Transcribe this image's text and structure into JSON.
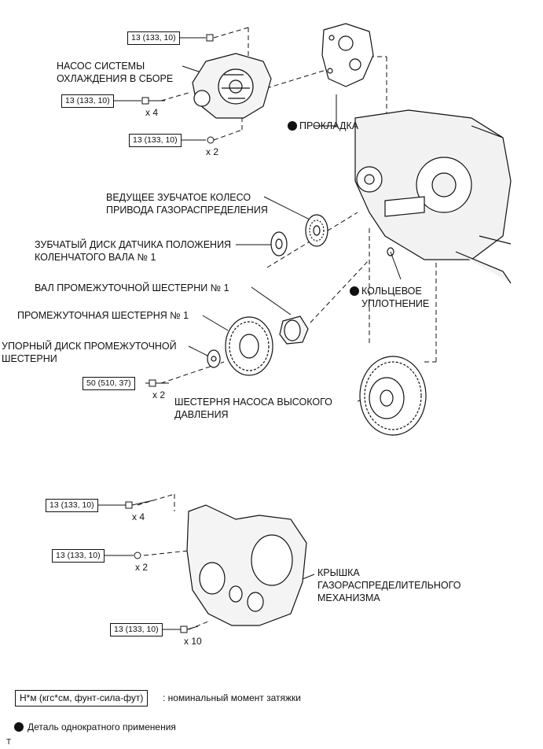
{
  "labels": {
    "water_pump": [
      "НАСОС СИСТЕМЫ",
      "ОХЛАЖДЕНИЯ В СБОРЕ"
    ],
    "gasket": "ПРОКЛАДКА",
    "cam_gear": [
      "ВЕДУЩЕЕ ЗУБЧАТОЕ КОЛЕСО",
      "ПРИВОДА ГАЗОРАСПРЕДЕЛЕНИЯ"
    ],
    "crank_sensor_plate": [
      "ЗУБЧАТЫЙ ДИСК ДАТЧИКА ПОЛОЖЕНИЯ",
      "КОЛЕНЧАТОГО ВАЛА № 1"
    ],
    "idler_shaft": "ВАЛ ПРОМЕЖУТОЧНОЙ ШЕСТЕРНИ № 1",
    "idler_gear": "ПРОМЕЖУТОЧНАЯ ШЕСТЕРНЯ № 1",
    "idler_thrust_plate": [
      "УПОРНЫЙ ДИСК ПРОМЕЖУТОЧНОЙ",
      "ШЕСТЕРНИ"
    ],
    "o_ring": [
      "КОЛЬЦЕВОЕ",
      "УПЛОТНЕНИЕ"
    ],
    "pump_gear": [
      "ШЕСТЕРНЯ НАСОСА ВЫСОКОГО",
      "ДАВЛЕНИЯ"
    ],
    "timing_cover": [
      "КРЫШКА",
      "ГАЗОРАСПРЕДЕЛИТЕЛЬНОГО",
      "МЕХАНИЗМА"
    ]
  },
  "torques": {
    "t1": "13 (133, 10)",
    "t2": "13 (133, 10)",
    "t3": "13 (133, 10)",
    "t4": "50 (510, 37)",
    "t5": "13 (133, 10)",
    "t6": "13 (133, 10)",
    "t7": "13 (133, 10)"
  },
  "quantities": {
    "q1": "x 4",
    "q2": "x 2",
    "q3": "x 2",
    "q4": "x 4",
    "q5": "x 2",
    "q6": "x 10"
  },
  "legend": {
    "torque_box": "Н*м (кгс*см, фунт-сила-фут)",
    "torque_text": ": номинальный момент затяжки",
    "single_use": "Деталь однократного применения"
  },
  "corner_mark": "T"
}
